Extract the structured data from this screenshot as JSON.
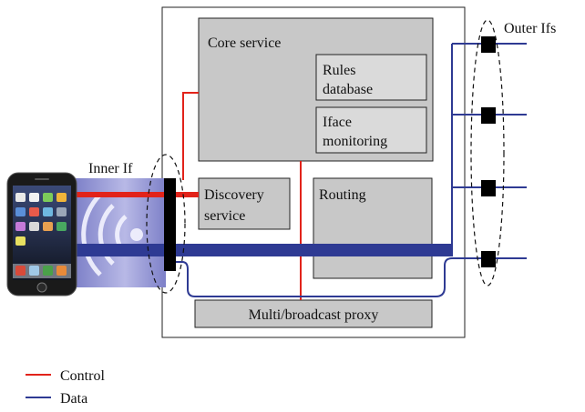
{
  "labels": {
    "core_service": "Core service",
    "rules_line1": "Rules",
    "rules_line2": "database",
    "iface_line1": "Iface",
    "iface_line2": "monitoring",
    "discovery_line1": "Discovery",
    "discovery_line2": "service",
    "routing": "Routing",
    "proxy": "Multi/broadcast proxy",
    "inner_if": "Inner If",
    "outer_ifs": "Outer Ifs"
  },
  "legend": {
    "control": "Control",
    "data": "Data"
  },
  "colors": {
    "control": "#e2231a",
    "data": "#2e3a93",
    "box_fill": "#c8c8c8",
    "box_stroke": "#222222"
  },
  "icons": {
    "phone": "smartphone-icon",
    "signal": "wireless-signal-icon"
  }
}
